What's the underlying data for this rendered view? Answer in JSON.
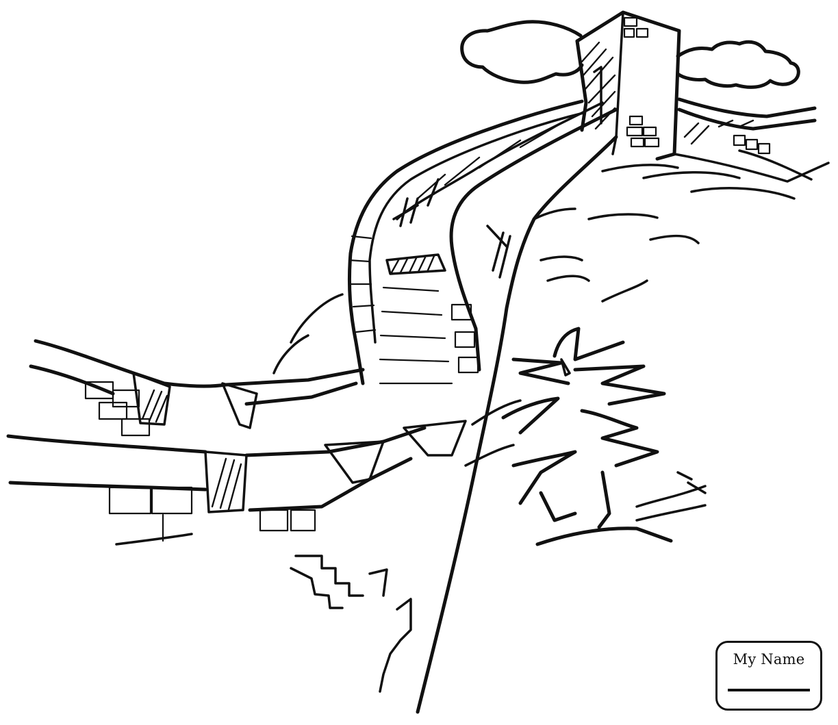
{
  "scene": {
    "subject": "Great Wall of China coloring page",
    "style": "black line art on white",
    "elements": [
      "watchtower",
      "clouds",
      "winding wall",
      "steps",
      "hills",
      "pine bush"
    ],
    "colors": {
      "ink": "#111111",
      "paper": "#ffffff"
    }
  },
  "name_box": {
    "label": "My Name"
  }
}
